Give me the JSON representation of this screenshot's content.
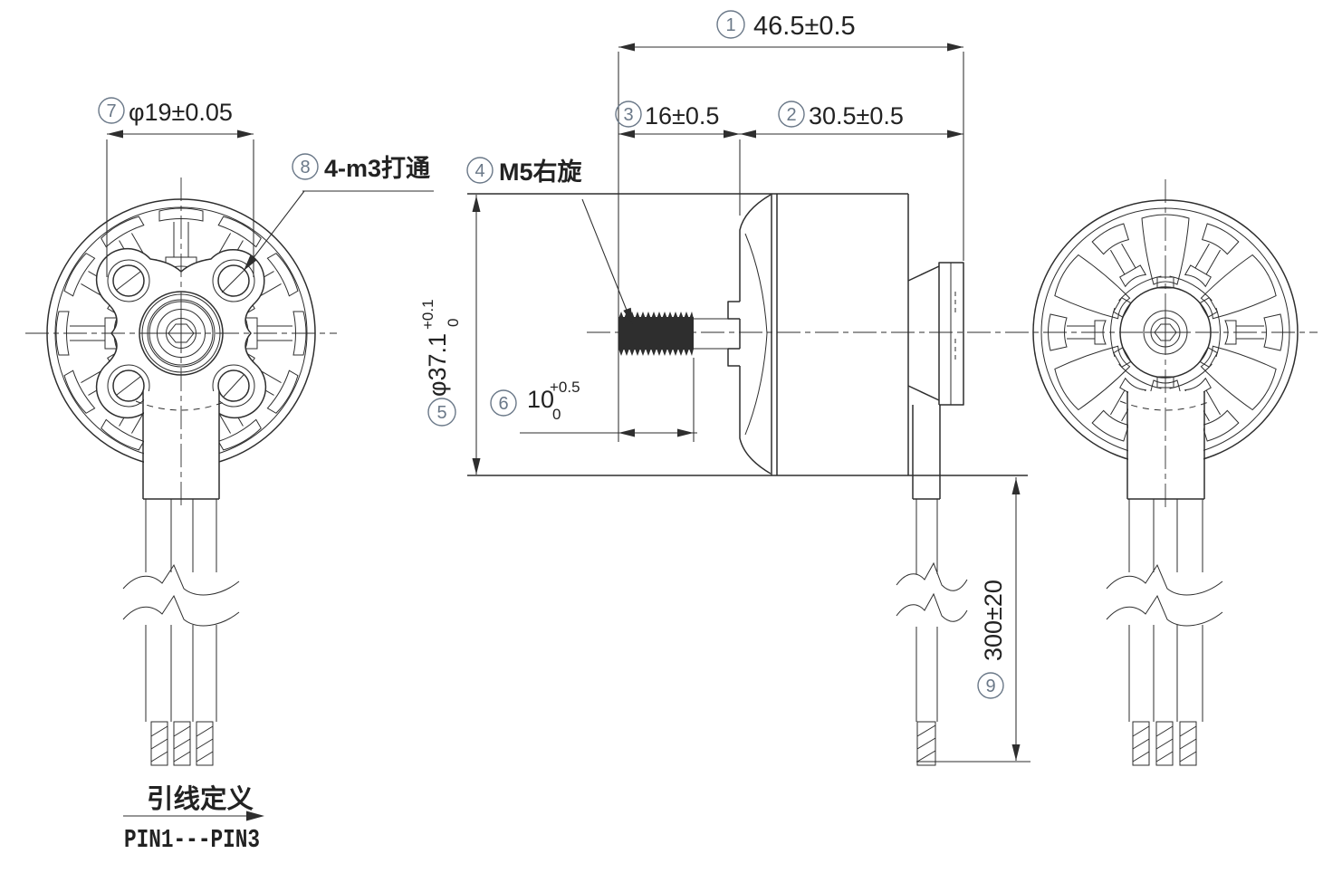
{
  "callouts": {
    "c1": {
      "num": "1",
      "label": "46.5±0.5"
    },
    "c2": {
      "num": "2",
      "label": "30.5±0.5"
    },
    "c3": {
      "num": "3",
      "label": "16±0.5"
    },
    "c4": {
      "num": "4",
      "label": "M5右旋"
    },
    "c5": {
      "num": "5",
      "label": "φ37.1",
      "tol_plus": "+0.1",
      "tol_minus": "0"
    },
    "c6": {
      "num": "6",
      "label": "10",
      "tol_plus": "+0.5",
      "tol_minus": "0"
    },
    "c7": {
      "num": "7",
      "label": "φ19±0.05"
    },
    "c8": {
      "num": "8",
      "label": "4-m3打通"
    },
    "c9": {
      "num": "9",
      "label": "300±20"
    }
  },
  "footnote": {
    "title": "引线定义",
    "pins": "PIN1---PIN3"
  },
  "colors": {
    "line": "#2e2e2e",
    "text": "#222222",
    "callout": "#6a7888",
    "bg": "#ffffff"
  }
}
